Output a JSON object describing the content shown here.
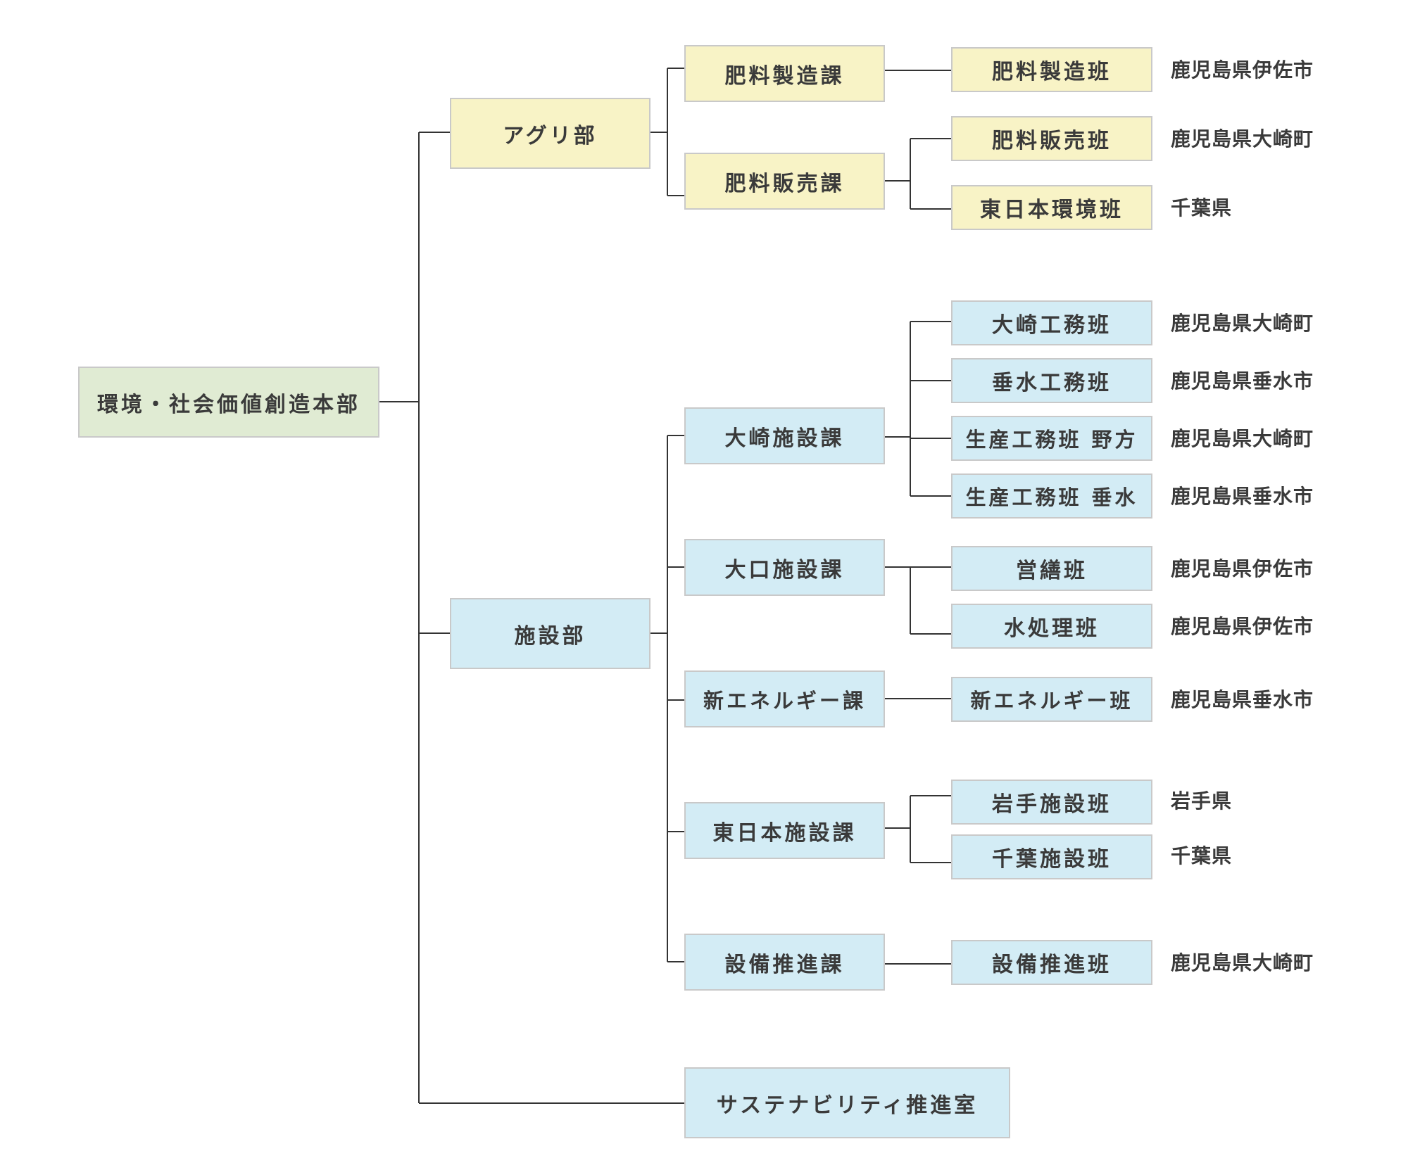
{
  "root": "環境・社会価値創造本部",
  "departments": [
    {
      "name": "アグリ部",
      "color": "#f8f3c6",
      "sections": [
        {
          "name": "肥料製造課",
          "teams": [
            {
              "name": "肥料製造班",
              "location": "鹿児島県伊佐市"
            }
          ]
        },
        {
          "name": "肥料販売課",
          "teams": [
            {
              "name": "肥料販売班",
              "location": "鹿児島県大崎町"
            },
            {
              "name": "東日本環境班",
              "location": "千葉県"
            }
          ]
        }
      ]
    },
    {
      "name": "施設部",
      "color": "#d3ecf5",
      "sections": [
        {
          "name": "大崎施設課",
          "teams": [
            {
              "name": "大崎工務班",
              "location": "鹿児島県大崎町"
            },
            {
              "name": "垂水工務班",
              "location": "鹿児島県垂水市"
            },
            {
              "name": "生産工務班 野方",
              "location": "鹿児島県大崎町"
            },
            {
              "name": "生産工務班 垂水",
              "location": "鹿児島県垂水市"
            }
          ]
        },
        {
          "name": "大口施設課",
          "teams": [
            {
              "name": "営繕班",
              "location": "鹿児島県伊佐市"
            },
            {
              "name": "水処理班",
              "location": "鹿児島県伊佐市"
            }
          ]
        },
        {
          "name": "新エネルギー課",
          "teams": [
            {
              "name": "新エネルギー班",
              "location": "鹿児島県垂水市"
            }
          ]
        },
        {
          "name": "東日本施設課",
          "teams": [
            {
              "name": "岩手施設班",
              "location": "岩手県"
            },
            {
              "name": "千葉施設班",
              "location": "千葉県"
            }
          ]
        },
        {
          "name": "設備推進課",
          "teams": [
            {
              "name": "設備推進班",
              "location": "鹿児島県大崎町"
            }
          ]
        }
      ]
    },
    {
      "name": "サステナビリティ推進室",
      "color": "#d3ecf5",
      "sections": []
    }
  ]
}
